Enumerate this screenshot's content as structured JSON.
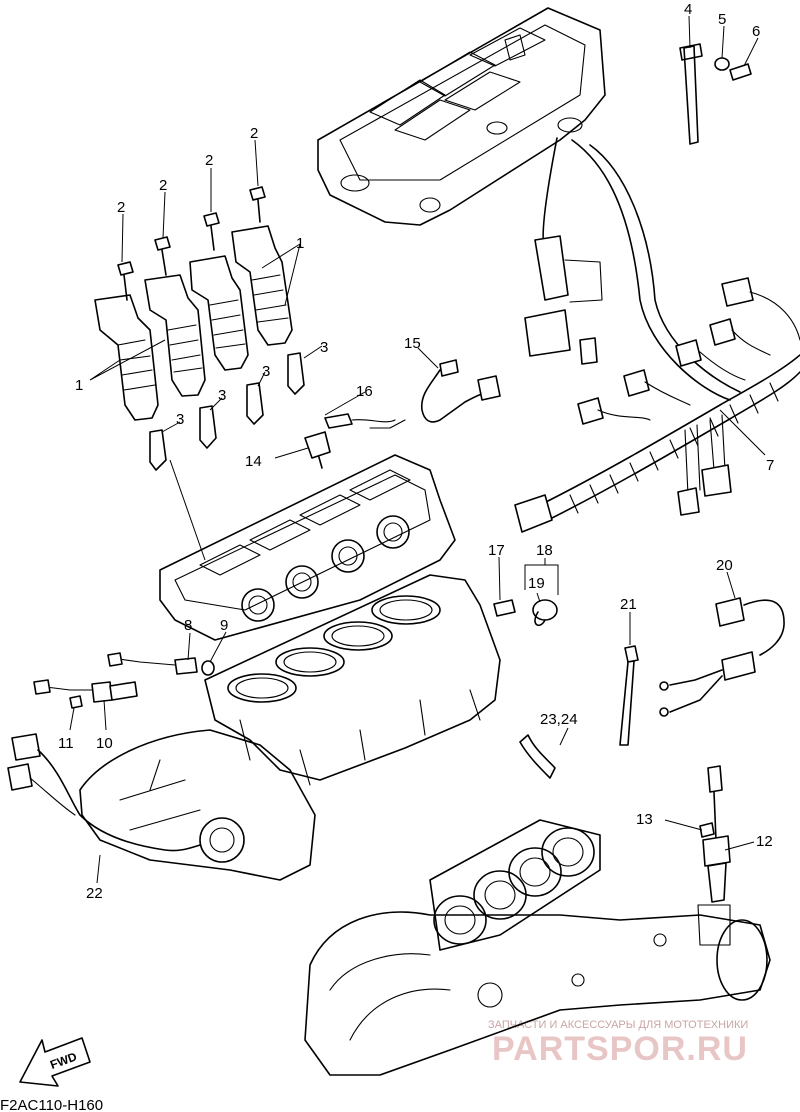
{
  "callouts": {
    "c1": "1",
    "c2": "2",
    "c3": "3",
    "c4": "4",
    "c5": "5",
    "c6": "6",
    "c7": "7",
    "c8": "8",
    "c9": "9",
    "c10": "10",
    "c11": "11",
    "c12": "12",
    "c13": "13",
    "c14": "14",
    "c15": "15",
    "c16": "16",
    "c17": "17",
    "c18": "18",
    "c19": "19",
    "c20": "20",
    "c21": "21",
    "c2324": "23,24",
    "c22": "22"
  },
  "fwd_label": "FWD",
  "diagram_code": "F2AC110-H160",
  "watermark": {
    "tagline": "ЗАПЧАСТИ И АКСЕССУАРЫ ДЛЯ МОТОТЕХНИКИ",
    "site": "PARTSPOR.RU"
  },
  "colors": {
    "line": "#000000",
    "watermark": "#e8c6c6"
  }
}
